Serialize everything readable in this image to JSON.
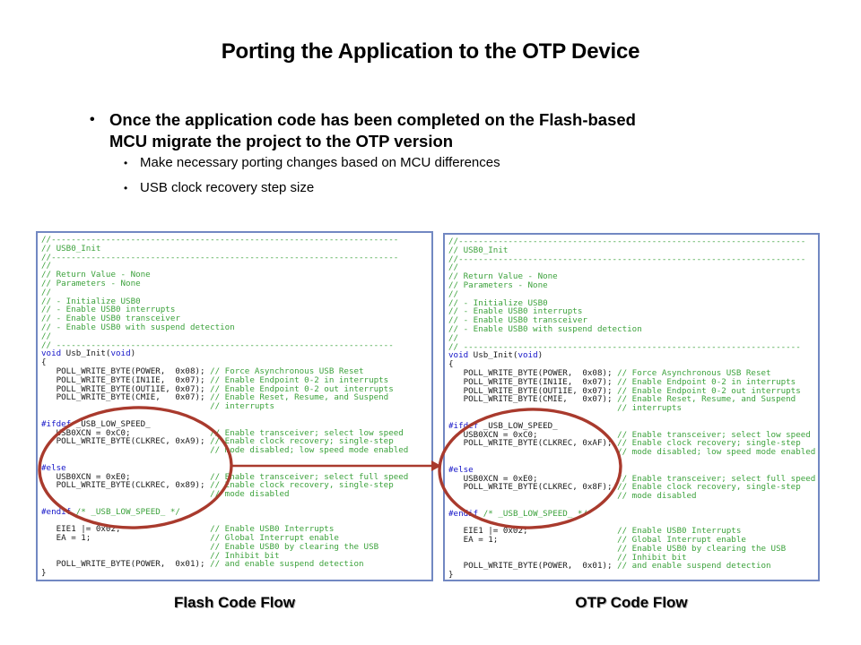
{
  "slide": {
    "title": "Porting the Application to the OTP Device",
    "bullet_marker": "•",
    "main_bullet_lines": [
      "Once the application code has been completed on the Flash-based",
      "MCU migrate the project to the OTP version"
    ],
    "sub_bullets": [
      "Make necessary porting changes based on MCU differences",
      "USB clock recovery step size"
    ]
  },
  "colors": {
    "comment": "#3da23d",
    "keyword": "#1414c8",
    "panel_border": "#7288c2",
    "highlight": "#a93a2d"
  },
  "code_panels": [
    {
      "name": "flash",
      "caption": "Flash Code Flow",
      "lines": [
        [
          [
            "c",
            "//----------------------------------------------------------------------"
          ]
        ],
        [
          [
            "c",
            "// USB0_Init"
          ]
        ],
        [
          [
            "c",
            "//----------------------------------------------------------------------"
          ]
        ],
        [
          [
            "c",
            "//"
          ]
        ],
        [
          [
            "c",
            "// Return Value - None"
          ]
        ],
        [
          [
            "c",
            "// Parameters - None"
          ]
        ],
        [
          [
            "c",
            "//"
          ]
        ],
        [
          [
            "c",
            "// - Initialize USB0"
          ]
        ],
        [
          [
            "c",
            "// - Enable USB0 interrupts"
          ]
        ],
        [
          [
            "c",
            "// - Enable USB0 transceiver"
          ]
        ],
        [
          [
            "c",
            "// - Enable USB0 with suspend detection"
          ]
        ],
        [
          [
            "c",
            "//"
          ]
        ],
        [
          [
            "c",
            "// --------------------------------------------------------------------"
          ]
        ],
        [
          [
            "k",
            "void"
          ],
          [
            "t",
            " Usb_Init("
          ],
          [
            "k",
            "void"
          ],
          [
            "t",
            ")"
          ]
        ],
        [
          [
            "t",
            "{"
          ]
        ],
        [
          [
            "t",
            "   POLL_WRITE_BYTE(POWER,  0x08); "
          ],
          [
            "c",
            "// Force Asynchronous USB Reset"
          ]
        ],
        [
          [
            "t",
            "   POLL_WRITE_BYTE(IN1IE,  0x07); "
          ],
          [
            "c",
            "// Enable Endpoint 0-2 in interrupts"
          ]
        ],
        [
          [
            "t",
            "   POLL_WRITE_BYTE(OUT1IE, 0x07); "
          ],
          [
            "c",
            "// Enable Endpoint 0-2 out interrupts"
          ]
        ],
        [
          [
            "t",
            "   POLL_WRITE_BYTE(CMIE,   0x07); "
          ],
          [
            "c",
            "// Enable Reset, Resume, and Suspend"
          ]
        ],
        [
          [
            "t",
            "                                  "
          ],
          [
            "c",
            "// interrupts"
          ]
        ],
        [],
        [
          [
            "k",
            "#ifdef"
          ],
          [
            "t",
            " _USB_LOW_SPEED_"
          ]
        ],
        [
          [
            "t",
            "   USB0XCN = 0xC0;                "
          ],
          [
            "c",
            "// Enable transceiver; select low speed"
          ]
        ],
        [
          [
            "t",
            "   POLL_WRITE_BYTE(CLKREC, 0xA9); "
          ],
          [
            "c",
            "// Enable clock recovery; single-step"
          ]
        ],
        [
          [
            "t",
            "                                  "
          ],
          [
            "c",
            "// mode disabled; low speed mode enabled"
          ]
        ],
        [],
        [
          [
            "k",
            "#else"
          ]
        ],
        [
          [
            "t",
            "   USB0XCN = 0xE0;                "
          ],
          [
            "c",
            "// Enable transceiver; select full speed"
          ]
        ],
        [
          [
            "t",
            "   POLL_WRITE_BYTE(CLKREC, 0x89); "
          ],
          [
            "c",
            "// Enable clock recovery, single-step"
          ]
        ],
        [
          [
            "t",
            "                                  "
          ],
          [
            "c",
            "// mode disabled"
          ]
        ],
        [],
        [
          [
            "k",
            "#endif"
          ],
          [
            "t",
            " "
          ],
          [
            "c",
            "/* _USB_LOW_SPEED_ */"
          ]
        ],
        [],
        [
          [
            "t",
            "   EIE1 |= 0x02;                  "
          ],
          [
            "c",
            "// Enable USB0 Interrupts"
          ]
        ],
        [
          [
            "t",
            "   EA = 1;                        "
          ],
          [
            "c",
            "// Global Interrupt enable"
          ]
        ],
        [
          [
            "t",
            "                                  "
          ],
          [
            "c",
            "// Enable USB0 by clearing the USB"
          ]
        ],
        [
          [
            "t",
            "                                  "
          ],
          [
            "c",
            "// Inhibit bit"
          ]
        ],
        [
          [
            "t",
            "   POLL_WRITE_BYTE(POWER,  0x01); "
          ],
          [
            "c",
            "// and enable suspend detection"
          ]
        ],
        [
          [
            "t",
            "}"
          ]
        ]
      ]
    },
    {
      "name": "otp",
      "caption": "OTP Code Flow",
      "lines": [
        [
          [
            "c",
            "//----------------------------------------------------------------------"
          ]
        ],
        [
          [
            "c",
            "// USB0_Init"
          ]
        ],
        [
          [
            "c",
            "//----------------------------------------------------------------------"
          ]
        ],
        [
          [
            "c",
            "//"
          ]
        ],
        [
          [
            "c",
            "// Return Value - None"
          ]
        ],
        [
          [
            "c",
            "// Parameters - None"
          ]
        ],
        [
          [
            "c",
            "//"
          ]
        ],
        [
          [
            "c",
            "// - Initialize USB0"
          ]
        ],
        [
          [
            "c",
            "// - Enable USB0 interrupts"
          ]
        ],
        [
          [
            "c",
            "// - Enable USB0 transceiver"
          ]
        ],
        [
          [
            "c",
            "// - Enable USB0 with suspend detection"
          ]
        ],
        [
          [
            "c",
            "//"
          ]
        ],
        [
          [
            "c",
            "// --------------------------------------------------------------------"
          ]
        ],
        [
          [
            "k",
            "void"
          ],
          [
            "t",
            " Usb_Init("
          ],
          [
            "k",
            "void"
          ],
          [
            "t",
            ")"
          ]
        ],
        [
          [
            "t",
            "{"
          ]
        ],
        [
          [
            "t",
            "   POLL_WRITE_BYTE(POWER,  0x08); "
          ],
          [
            "c",
            "// Force Asynchronous USB Reset"
          ]
        ],
        [
          [
            "t",
            "   POLL_WRITE_BYTE(IN1IE,  0x07); "
          ],
          [
            "c",
            "// Enable Endpoint 0-2 in interrupts"
          ]
        ],
        [
          [
            "t",
            "   POLL_WRITE_BYTE(OUT1IE, 0x07); "
          ],
          [
            "c",
            "// Enable Endpoint 0-2 out interrupts"
          ]
        ],
        [
          [
            "t",
            "   POLL_WRITE_BYTE(CMIE,   0x07); "
          ],
          [
            "c",
            "// Enable Reset, Resume, and Suspend"
          ]
        ],
        [
          [
            "t",
            "                                  "
          ],
          [
            "c",
            "// interrupts"
          ]
        ],
        [],
        [
          [
            "k",
            "#ifdef"
          ],
          [
            "t",
            " _USB_LOW_SPEED_"
          ]
        ],
        [
          [
            "t",
            "   USB0XCN = 0xC0;                "
          ],
          [
            "c",
            "// Enable transceiver; select low speed"
          ]
        ],
        [
          [
            "t",
            "   POLL_WRITE_BYTE(CLKREC, 0xAF); "
          ],
          [
            "c",
            "// Enable clock recovery; single-step"
          ]
        ],
        [
          [
            "t",
            "                                  "
          ],
          [
            "c",
            "// mode disabled; low speed mode enabled"
          ]
        ],
        [],
        [
          [
            "k",
            "#else"
          ]
        ],
        [
          [
            "t",
            "   USB0XCN = 0xE0;                "
          ],
          [
            "c",
            "// Enable transceiver; select full speed"
          ]
        ],
        [
          [
            "t",
            "   POLL_WRITE_BYTE(CLKREC, 0x8F); "
          ],
          [
            "c",
            "// Enable clock recovery, single-step"
          ]
        ],
        [
          [
            "t",
            "                                  "
          ],
          [
            "c",
            "// mode disabled"
          ]
        ],
        [],
        [
          [
            "k",
            "#endif"
          ],
          [
            "t",
            " "
          ],
          [
            "c",
            "/* _USB_LOW_SPEED_ */"
          ]
        ],
        [],
        [
          [
            "t",
            "   EIE1 |= 0x02;                  "
          ],
          [
            "c",
            "// Enable USB0 Interrupts"
          ]
        ],
        [
          [
            "t",
            "   EA = 1;                        "
          ],
          [
            "c",
            "// Global Interrupt enable"
          ]
        ],
        [
          [
            "t",
            "                                  "
          ],
          [
            "c",
            "// Enable USB0 by clearing the USB"
          ]
        ],
        [
          [
            "t",
            "                                  "
          ],
          [
            "c",
            "// Inhibit bit"
          ]
        ],
        [
          [
            "t",
            "   POLL_WRITE_BYTE(POWER,  0x01); "
          ],
          [
            "c",
            "// and enable suspend detection"
          ]
        ],
        [
          [
            "t",
            "}"
          ]
        ]
      ]
    }
  ]
}
